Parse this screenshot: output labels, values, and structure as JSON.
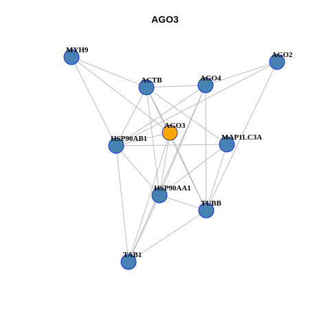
{
  "title": "AGO3",
  "colors": {
    "node_default": "#4682b4",
    "node_highlight": "#ffa500",
    "node_border": "#1c2fd0",
    "edge": "#b4b4b4"
  },
  "nodes": [
    {
      "id": "MYH9",
      "label": "MYH9",
      "highlight": false
    },
    {
      "id": "AGO2",
      "label": "AGO2",
      "highlight": false
    },
    {
      "id": "ACTB",
      "label": "ACTB",
      "highlight": false
    },
    {
      "id": "AGO4",
      "label": "AGO4",
      "highlight": false
    },
    {
      "id": "AGO3",
      "label": "AGO3",
      "highlight": true
    },
    {
      "id": "HSP90AB1",
      "label": "HSP90AB1",
      "highlight": false
    },
    {
      "id": "MAP1LC3A",
      "label": "MAP1LC3A",
      "highlight": false
    },
    {
      "id": "HSP90AA1",
      "label": "HSP90AA1",
      "highlight": false
    },
    {
      "id": "TUBB",
      "label": "TUBB",
      "highlight": false
    },
    {
      "id": "TAB1",
      "label": "TAB1",
      "highlight": false
    }
  ],
  "edges": [
    [
      "MYH9",
      "ACTB"
    ],
    [
      "MYH9",
      "AGO3"
    ],
    [
      "MYH9",
      "HSP90AB1"
    ],
    [
      "AGO2",
      "AGO4"
    ],
    [
      "AGO2",
      "HSP90AB1"
    ],
    [
      "AGO2",
      "TUBB"
    ],
    [
      "ACTB",
      "AGO4"
    ],
    [
      "ACTB",
      "HSP90AB1"
    ],
    [
      "ACTB",
      "MAP1LC3A"
    ],
    [
      "ACTB",
      "HSP90AA1"
    ],
    [
      "ACTB",
      "TUBB"
    ],
    [
      "ACTB",
      "AGO3"
    ],
    [
      "AGO4",
      "HSP90AB1"
    ],
    [
      "AGO4",
      "HSP90AA1"
    ],
    [
      "AGO4",
      "TUBB"
    ],
    [
      "AGO4",
      "TAB1"
    ],
    [
      "AGO3",
      "HSP90AB1"
    ],
    [
      "AGO3",
      "TUBB"
    ],
    [
      "AGO3",
      "TAB1"
    ],
    [
      "AGO3",
      "HSP90AA1"
    ],
    [
      "HSP90AB1",
      "MAP1LC3A"
    ],
    [
      "HSP90AB1",
      "HSP90AA1"
    ],
    [
      "HSP90AB1",
      "TAB1"
    ],
    [
      "MAP1LC3A",
      "HSP90AA1"
    ],
    [
      "MAP1LC3A",
      "TUBB"
    ],
    [
      "HSP90AA1",
      "TUBB"
    ],
    [
      "HSP90AA1",
      "TAB1"
    ],
    [
      "TUBB",
      "TAB1"
    ]
  ]
}
